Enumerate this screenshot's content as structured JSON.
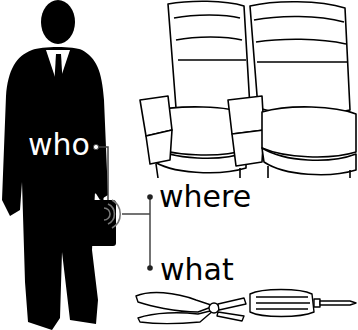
{
  "diagram": {
    "labels": [
      "who",
      "where",
      "what"
    ]
  }
}
